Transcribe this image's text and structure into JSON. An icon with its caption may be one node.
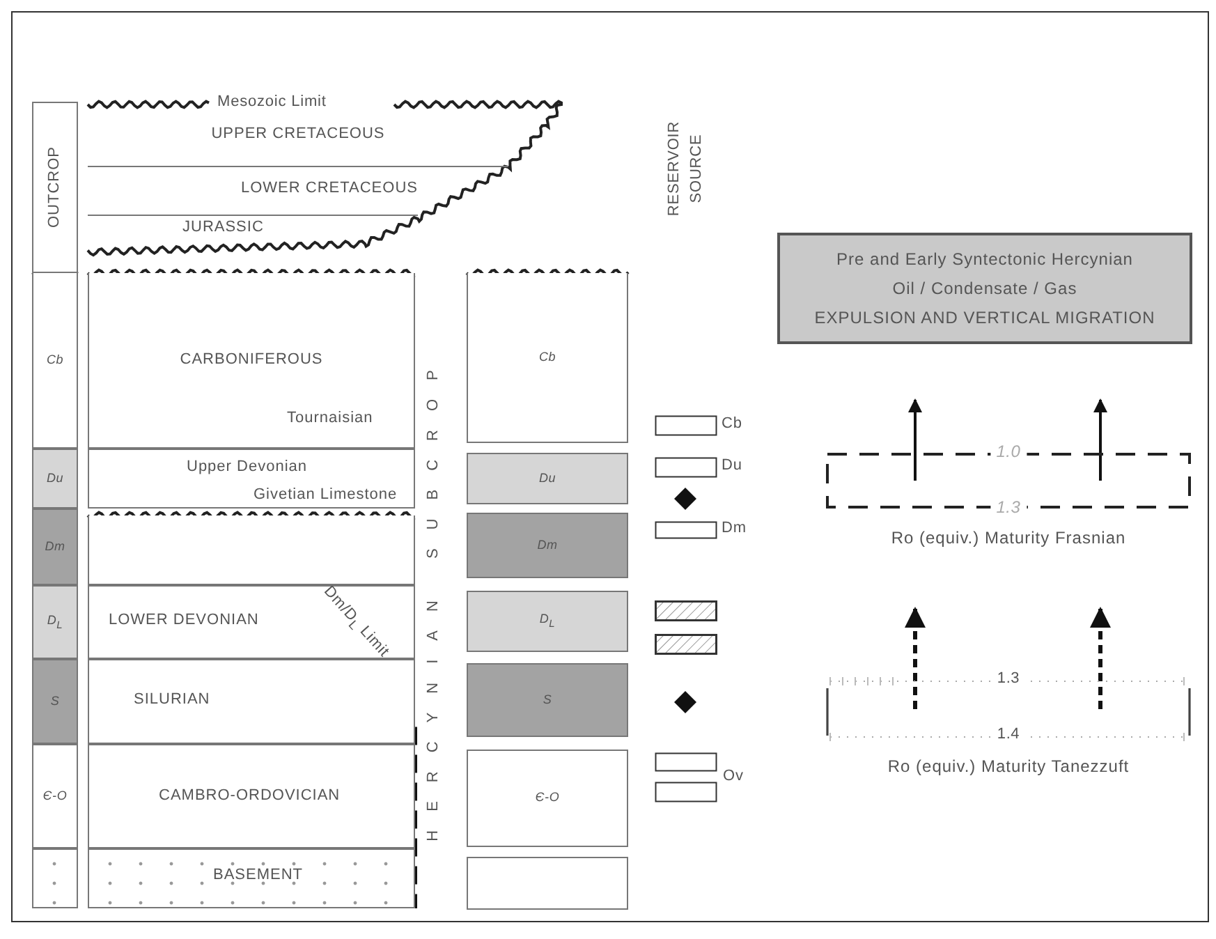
{
  "diagram": {
    "nodes": [
      {
        "text": [
          "OUTCROP"
        ]
      },
      {
        "text": [
          "Cb"
        ]
      },
      {
        "text": [
          "Du"
        ]
      },
      {
        "text": [
          "Dm"
        ]
      },
      {
        "text": [
          "D$_{L}$"
        ]
      },
      {
        "text": [
          "S"
        ]
      },
      {
        "text": [
          "Є-O"
        ]
      },
      {
        "text": [],
        "shape": "box"
      },
      {
        "text": [
          "UPPER CRETACEOUS"
        ]
      },
      {
        "text": [
          "LOWER CRETACEOUS"
        ]
      },
      {
        "text": [
          "JURASSIC"
        ]
      },
      {
        "text": [
          "CARBONIFEROUS",
          "Tournaisian"
        ]
      },
      {
        "text": [
          "Upper Devonian",
          "Givetian Limestone"
        ]
      },
      {
        "text": [],
        "shape": "box"
      },
      {
        "text": [
          "LOWER DEVONIAN"
        ]
      },
      {
        "text": [
          "SILURIAN"
        ]
      },
      {
        "text": [
          "CAMBRO-ORDOVICIAN"
        ]
      },
      {
        "text": [
          "BASEMENT"
        ]
      },
      {
        "text": [
          "Cb"
        ]
      },
      {
        "text": [
          "Du"
        ]
      },
      {
        "text": [
          "Dm"
        ]
      },
      {
        "text": [
          "D$_{L}$"
        ]
      },
      {
        "text": [
          "S"
        ]
      },
      {
        "text": [
          "Є-O"
        ]
      },
      {
        "text": [],
        "shape": "box"
      },
      {
        "text": [
          "Pre and Early Syntectonic Hercynian",
          "Oil / Condensate / Gas",
          "EXPULSION AND VERTICAL MIGRATION"
        ]
      },
      {
        "text": [
          "1.0",
          "1.3"
        ],
        "beside": [
          "Ro (equiv.) Maturity Frasnian"
        ]
      },
      {
        "text": [
          "1.3",
          "1.4"
        ],
        "beside": [
          "Ro (equiv.) Maturity Tanezzuft"
        ]
      }
    ],
    "edges": [
      {
        "from": 26,
        "to": null,
        "arrow": "to"
      },
      {
        "from": 26,
        "to": null,
        "arrow": "to"
      },
      {
        "from": 27,
        "to": null,
        "arrow": "to",
        "style": "dashed"
      },
      {
        "from": 27,
        "to": null,
        "arrow": "to",
        "style": "dashed"
      }
    ],
    "labels": [
      "Mesozoic Limit",
      "RESERVOIR",
      "SOURCE",
      "HERCYNIAN SUBCROP",
      "Cb",
      "Du",
      "Dm",
      "Dm/D$_{L}$ Limit",
      "Ov"
    ]
  }
}
